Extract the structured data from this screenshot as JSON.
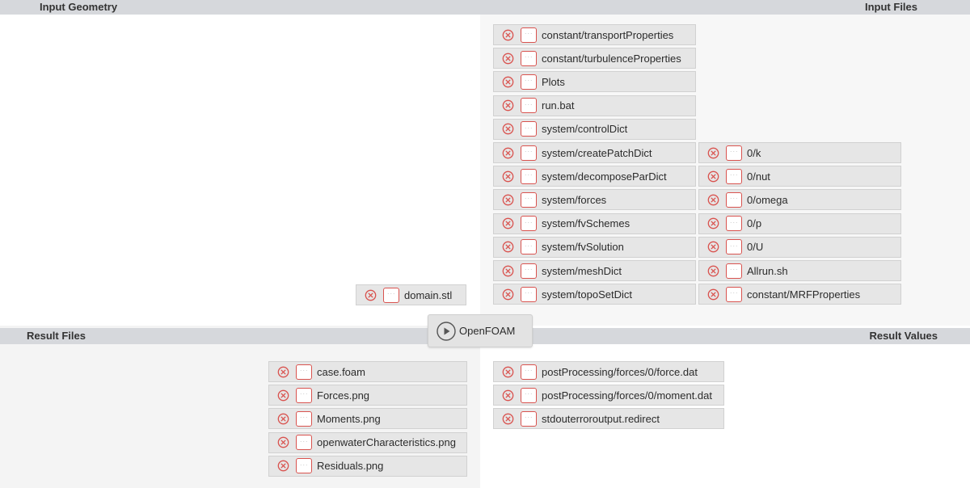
{
  "colors": {
    "header_bg": "#d6d8dc",
    "remove_red": "#d9534f",
    "item_bg": "#e6e6e6"
  },
  "panels": {
    "input_geometry": {
      "title": "Input Geometry",
      "items": [
        "domain.stl"
      ]
    },
    "input_files": {
      "title": "Input Files",
      "col1": [
        "constant/transportProperties",
        "constant/turbulenceProperties",
        "Plots",
        "run.bat",
        "system/controlDict",
        "system/createPatchDict",
        "system/decomposeParDict",
        "system/forces",
        "system/fvSchemes",
        "system/fvSolution",
        "system/meshDict",
        "system/topoSetDict"
      ],
      "col2": [
        "0/k",
        "0/nut",
        "0/omega",
        "0/p",
        "0/U",
        "Allrun.sh",
        "constant/MRFProperties"
      ]
    },
    "result_files": {
      "title": "Result Files",
      "items": [
        "case.foam",
        "Forces.png",
        "Moments.png",
        "openwaterCharacteristics.png",
        "Residuals.png"
      ]
    },
    "result_values": {
      "title": "Result Values",
      "items": [
        "postProcessing/forces/0/force.dat",
        "postProcessing/forces/0/moment.dat",
        "stdouterroroutput.redirect"
      ]
    }
  },
  "run_button": {
    "label": "OpenFOAM",
    "icon": "play-circle-icon"
  },
  "icons": {
    "remove": "remove-circle-icon",
    "browse": "ellipsis-icon"
  }
}
